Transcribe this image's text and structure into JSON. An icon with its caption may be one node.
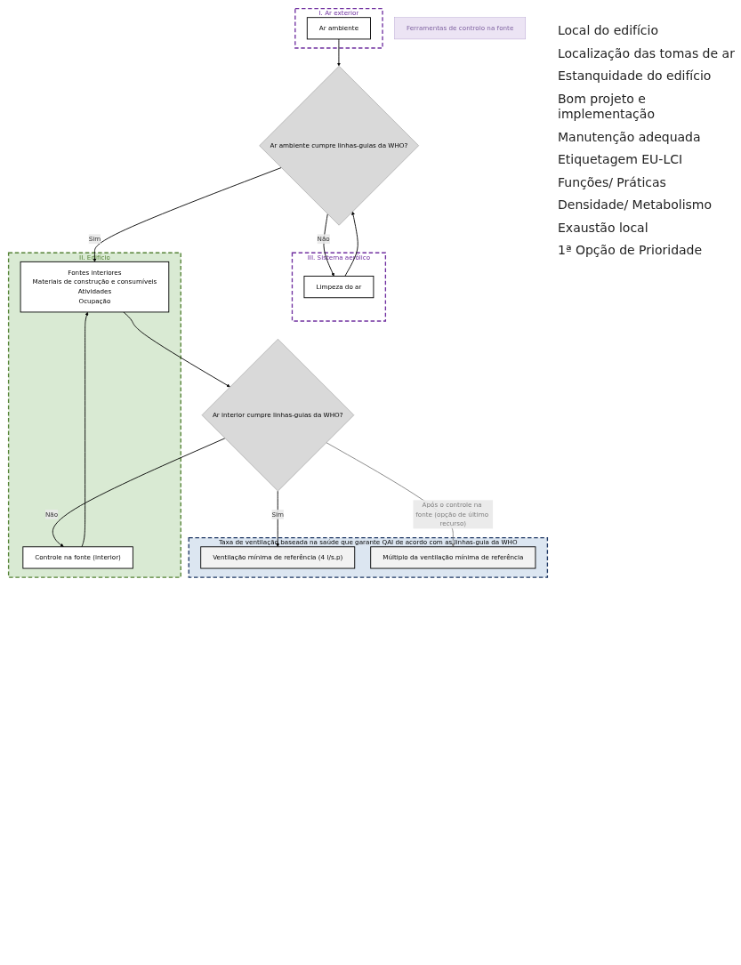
{
  "diagram": {
    "nodes": [
      {
        "text": [
          "I. Ar exterior"
        ]
      },
      {
        "text": [
          "Ar ambiente"
        ],
        "in": 0
      },
      {
        "text": [
          "Ar ambiente cumpre linhas-guias da WHO?"
        ]
      },
      {
        "text": [
          "III. Sistema aerólico"
        ]
      },
      {
        "text": [
          "Limpeza do ar"
        ],
        "in": 3
      },
      {
        "text": [
          "II. Edifício"
        ]
      },
      {
        "text": [
          "Fontes interiores",
          "Materiais de construção e consumíveis",
          "Atividades",
          "Ocupação"
        ],
        "in": 5
      },
      {
        "text": [
          "Controle na fonte (interior)"
        ],
        "in": 5
      },
      {
        "text": [
          "Ar interior cumpre linhas-guias da WHO?"
        ]
      },
      {
        "text": [
          "Taxa de ventilação baseada na saúde que garante QAI de acordo com as linhas-guia da WHO"
        ]
      },
      {
        "text": [
          "Ventilação mínima de referência (4 l/s.p)"
        ],
        "in": 9
      },
      {
        "text": [
          "Múltiplo da ventilação mínima de referência"
        ],
        "in": 9
      },
      {
        "text": [
          "Ferramentas de controlo na fonte"
        ]
      }
    ],
    "edges": [
      {
        "from": 1,
        "to": 2,
        "arrow": "to"
      },
      {
        "from": 2,
        "to": 4,
        "arrow": "to",
        "label": "Não"
      },
      {
        "from": 4,
        "to": 2,
        "arrow": "to"
      },
      {
        "from": 2,
        "to": 6,
        "arrow": "to",
        "label": "Sim"
      },
      {
        "from": 7,
        "to": 6,
        "arrow": "to"
      },
      {
        "from": 6,
        "to": 8,
        "arrow": "to"
      },
      {
        "from": 8,
        "to": 7,
        "arrow": "to",
        "label": "Não"
      },
      {
        "from": 8,
        "to": 10,
        "arrow": "to",
        "label": "Sim"
      },
      {
        "from": 8,
        "to": 11,
        "arrow": "to",
        "label": "Após o controle na fonte (opção de último recurso)",
        "color": "#808080"
      }
    ],
    "labels": [
      "Local do edifício",
      "Localização das tomas de ar",
      "Estanquidade do edifício",
      "Bom projeto e implementação",
      "Manutenção adequada",
      "Etiquetagem EU-LCI",
      "Funções/ Práticas",
      "Densidade/ Metabolismo",
      "Exaustão local",
      "1ª Opção de Prioridade"
    ]
  }
}
